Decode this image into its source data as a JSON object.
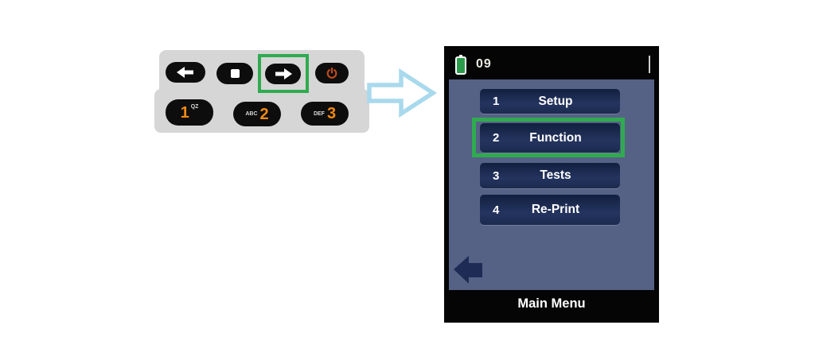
{
  "keypad": {
    "nav_buttons": [
      {
        "id": "back",
        "icon": "arrow-left-icon"
      },
      {
        "id": "stop",
        "icon": "stop-square-icon"
      },
      {
        "id": "forward",
        "icon": "arrow-right-icon",
        "highlighted": true
      },
      {
        "id": "power",
        "icon": "power-icon"
      }
    ],
    "number_keys": [
      {
        "digit": "1",
        "letters": "QZ",
        "letters_position": "after"
      },
      {
        "digit": "2",
        "letters": "ABC",
        "letters_position": "before"
      },
      {
        "digit": "3",
        "letters": "DEF",
        "letters_position": "before"
      }
    ]
  },
  "screen": {
    "header": {
      "status_text": "09",
      "battery_icon": "battery-icon"
    },
    "menu": {
      "items": [
        {
          "key": "1",
          "label": "Setup",
          "highlighted": false
        },
        {
          "key": "2",
          "label": "Function",
          "highlighted": true
        },
        {
          "key": "3",
          "label": "Tests",
          "highlighted": false
        },
        {
          "key": "4",
          "label": "Re-Print",
          "highlighted": false
        }
      ]
    },
    "footer": {
      "title": "Main Menu"
    }
  },
  "colors": {
    "highlight_green": "#2fab4f",
    "flow_arrow_blue": "#a9d9ec",
    "screen_body": "#566186",
    "menu_button_navy": "#1b2a4e",
    "digit_orange": "#f18a12",
    "power_icon_red": "#bf4c1e",
    "battery_green": "#2d9b4c"
  }
}
